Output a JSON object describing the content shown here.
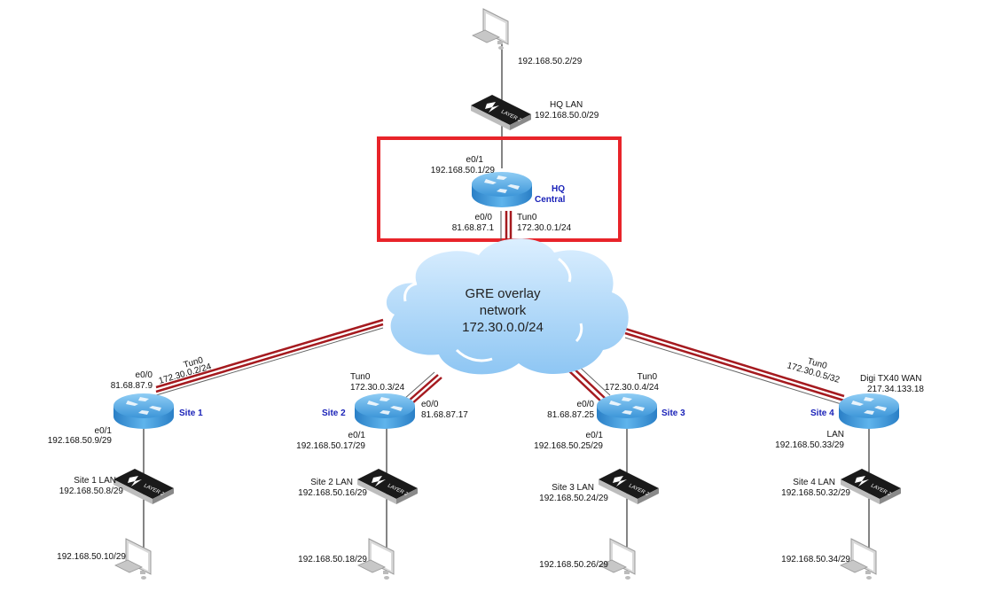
{
  "diagram": {
    "title": "GRE overlay network topology",
    "highlight_color": "#e8242a",
    "tunnel_color": "#a51a1f",
    "cloud": {
      "line1": "GRE overlay",
      "line2": "network",
      "line3": "172.30.0.0/24"
    },
    "hq": {
      "pc_ip": "192.168.50.2/29",
      "lan_name": "HQ LAN",
      "lan_subnet": "192.168.50.0/29",
      "router_name_1": "HQ",
      "router_name_2": "Central",
      "lan_if": "e0/1",
      "lan_ip": "192.168.50.1/29",
      "wan_if": "e0/0",
      "wan_ip": "81.68.87.1",
      "tun_if": "Tun0",
      "tun_ip": "172.30.0.1/24"
    },
    "sites": [
      {
        "name": "Site 1",
        "tun_if": "Tun0",
        "tun_ip": "172.30.0.2/24",
        "wan_if": "e0/0",
        "wan_ip": "81.68.87.9",
        "lan_if": "e0/1",
        "lan_ip": "192.168.50.9/29",
        "lan_name": "Site 1 LAN",
        "lan_subnet": "192.168.50.8/29",
        "pc_ip": "192.168.50.10/29"
      },
      {
        "name": "Site 2",
        "tun_if": "Tun0",
        "tun_ip": "172.30.0.3/24",
        "wan_if": "e0/0",
        "wan_ip": "81.68.87.17",
        "lan_if": "e0/1",
        "lan_ip": "192.168.50.17/29",
        "lan_name": "Site 2 LAN",
        "lan_subnet": "192.168.50.16/29",
        "pc_ip": "192.168.50.18/29"
      },
      {
        "name": "Site 3",
        "tun_if": "Tun0",
        "tun_ip": "172.30.0.4/24",
        "wan_if": "e0/0",
        "wan_ip": "81.68.87.25",
        "lan_if": "e0/1",
        "lan_ip": "192.168.50.25/29",
        "lan_name": "Site 3 LAN",
        "lan_subnet": "192.168.50.24/29",
        "pc_ip": "192.168.50.26/29"
      },
      {
        "name": "Site 4",
        "tun_if": "Tun0",
        "tun_ip": "172.30.0.5/32",
        "wan_if": "Digi TX40 WAN",
        "wan_ip": "217.34.133.18",
        "lan_if": "LAN",
        "lan_ip": "192.168.50.33/29",
        "lan_name": "Site 4 LAN",
        "lan_subnet": "192.168.50.32/29",
        "pc_ip": "192.168.50.34/29"
      }
    ],
    "switch_label": "LAYER 2"
  }
}
